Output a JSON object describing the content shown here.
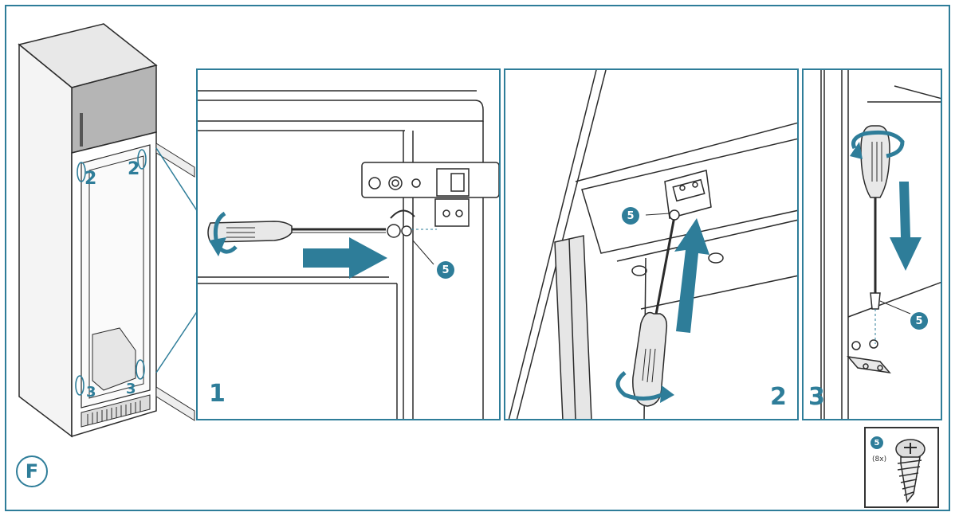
{
  "figure": {
    "letter": "F",
    "overview_callouts": [
      "2",
      "2",
      "3",
      "3"
    ],
    "steps": [
      {
        "number": "1",
        "part_badge": "5"
      },
      {
        "number": "2",
        "part_badge": "5"
      },
      {
        "number": "3",
        "part_badge": "5"
      }
    ],
    "part_legend": {
      "badge": "5",
      "quantity": "(8x)"
    }
  },
  "colors": {
    "accent": "#2e7d99",
    "line": "#2b2b2b",
    "fridge_top": "#b5b5b5"
  }
}
